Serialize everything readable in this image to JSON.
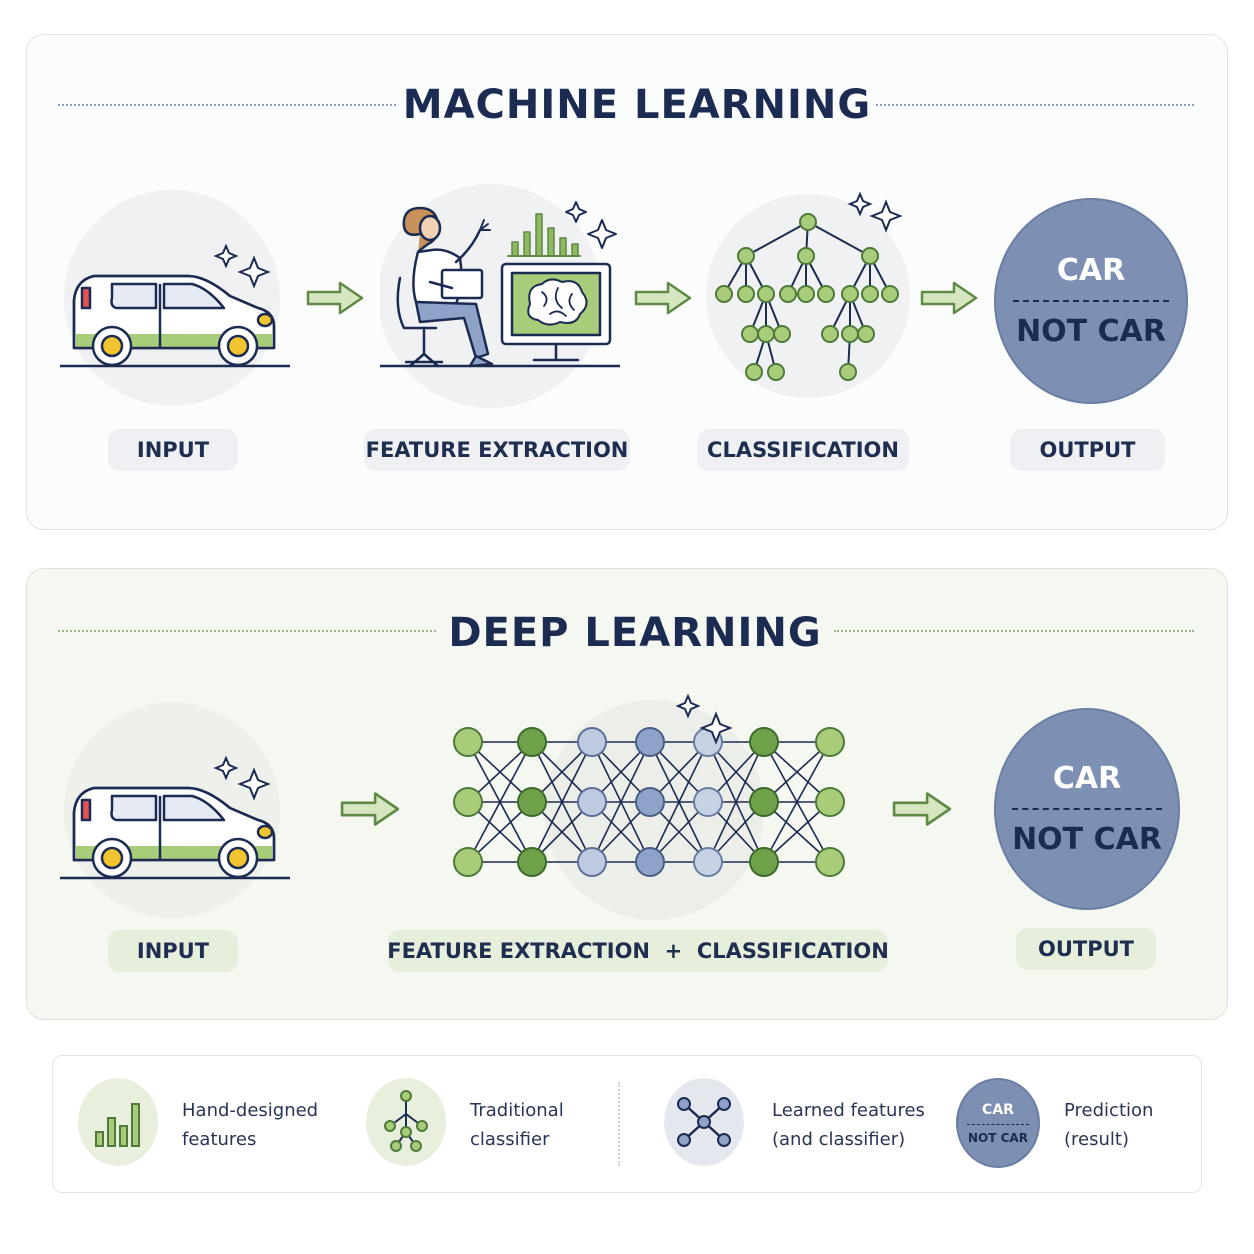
{
  "machine_learning": {
    "title": "MACHINE LEARNING",
    "stages": [
      "INPUT",
      "FEATURE EXTRACTION",
      "CLASSIFICATION",
      "OUTPUT"
    ],
    "output": {
      "top": "CAR",
      "bottom": "NOT CAR"
    }
  },
  "deep_learning": {
    "title": "DEEP LEARNING",
    "stages": [
      "INPUT",
      "FEATURE EXTRACTION  +  CLASSIFICATION",
      "OUTPUT"
    ],
    "output": {
      "top": "CAR",
      "bottom": "NOT CAR"
    }
  },
  "legend": {
    "items": [
      {
        "line1": "Hand-designed",
        "line2": "features",
        "icon": "bar-chart-icon"
      },
      {
        "line1": "Traditional",
        "line2": "classifier",
        "icon": "tree-icon"
      },
      {
        "line1": "Learned features",
        "line2": "(and classifier)",
        "icon": "network-icon"
      },
      {
        "line1": "Prediction",
        "line2": "(result)",
        "icon": "prediction-icon",
        "badge_top": "CAR",
        "badge_bottom": "NOT CAR"
      }
    ]
  },
  "colors": {
    "navy": "#1c2b52",
    "green": "#8fb860",
    "green_dark": "#6a9a48",
    "slate": "#7d90b4",
    "light_gray": "#eef0f3"
  }
}
